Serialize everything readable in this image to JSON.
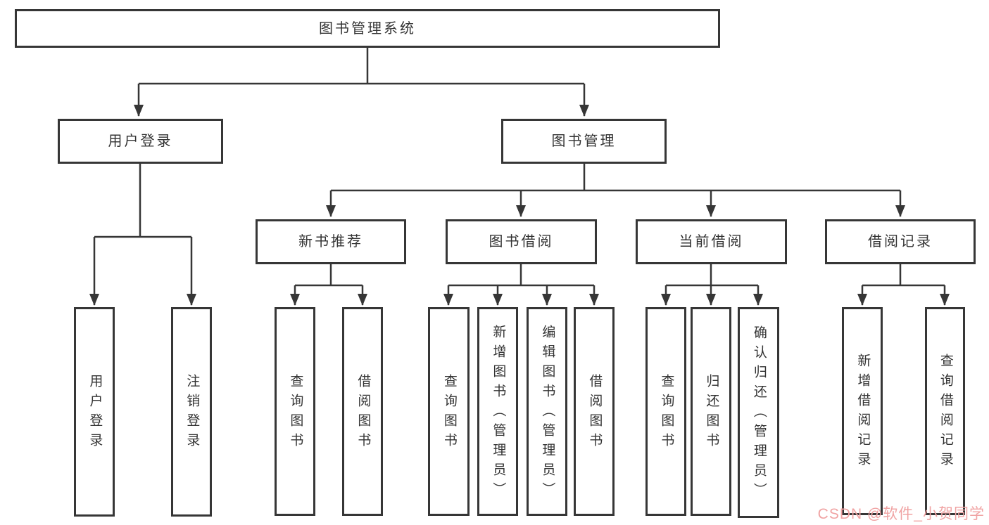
{
  "diagram": {
    "root": {
      "label": "图书管理系统"
    },
    "branches": {
      "user_login": {
        "label": "用户登录",
        "children": {
          "login": {
            "label": "用户登录"
          },
          "logout": {
            "label": "注销登录"
          }
        }
      },
      "book_mgmt": {
        "label": "图书管理",
        "children": {
          "new_book_rec": {
            "label": "新书推荐",
            "children": {
              "query": {
                "label": "查询图书"
              },
              "borrow": {
                "label": "借阅图书"
              }
            }
          },
          "book_borrow": {
            "label": "图书借阅",
            "children": {
              "query": {
                "label": "查询图书"
              },
              "add": {
                "label": "新增图书（管理员）"
              },
              "edit": {
                "label": "编辑图书（管理员）"
              },
              "borrow": {
                "label": "借阅图书"
              }
            }
          },
          "current_borrow": {
            "label": "当前借阅",
            "children": {
              "query": {
                "label": "查询图书"
              },
              "return": {
                "label": "归还图书"
              },
              "confirm": {
                "label": "确认归还（管理员）"
              }
            }
          },
          "borrow_records": {
            "label": "借阅记录",
            "children": {
              "add": {
                "label": "新增借阅记录"
              },
              "query": {
                "label": "查询借阅记录"
              }
            }
          }
        }
      }
    }
  },
  "watermark": {
    "text": "CSDN @软件_小贺同学",
    "color": "#f0a3a3"
  },
  "colors": {
    "line": "#363636",
    "background": "#ffffff",
    "box_fill": "#ffffff",
    "text": "#333333"
  }
}
